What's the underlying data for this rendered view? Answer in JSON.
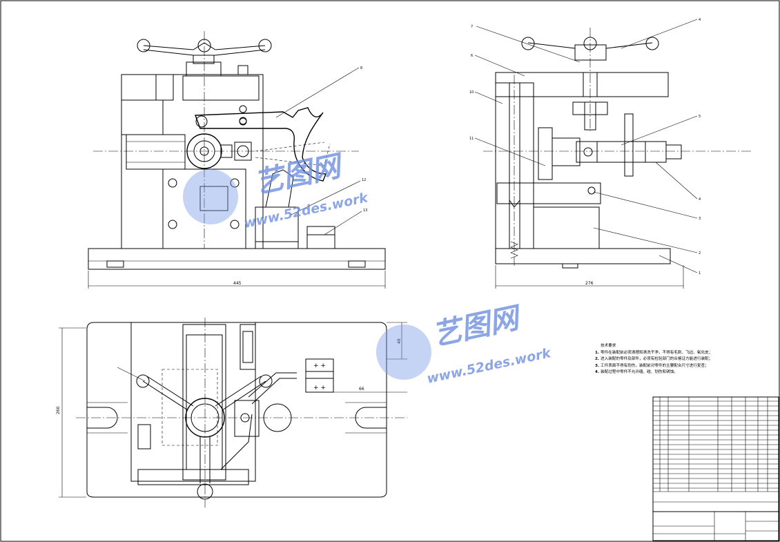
{
  "drawing": {
    "front_view": {
      "width_dimension": "445",
      "balloons": [
        "8",
        "12",
        "13"
      ]
    },
    "section_view": {
      "width_dimension": "276",
      "balloons_left": [
        "7",
        "6",
        "10",
        "11"
      ],
      "balloons_right": [
        "4",
        "5",
        "4",
        "3",
        "2",
        "1"
      ]
    },
    "top_view": {
      "height_dimension": "260",
      "small_dimension": "48",
      "offset_dimension": "66"
    }
  },
  "watermark": {
    "brand": "艺图网",
    "url": "www.52des.work",
    "color": "#6f8fe0"
  },
  "technical_requirements": {
    "title": "技术要求",
    "items": [
      {
        "num": "1.",
        "text": "零件在装配前必须清理和清洗干净，不得有毛刺、飞边、氧化皮；"
      },
      {
        "num": "2.",
        "text": "进入装配的零件及部件，必须有检验部门的合格证方能进行装配；"
      },
      {
        "num": "3.",
        "text": "工件表面不得有划伤，装配前对零件的主要配合尺寸进行复查；"
      },
      {
        "num": "4.",
        "text": "装配过程中零件不允许磕、碰、划伤和锈蚀。"
      }
    ]
  }
}
